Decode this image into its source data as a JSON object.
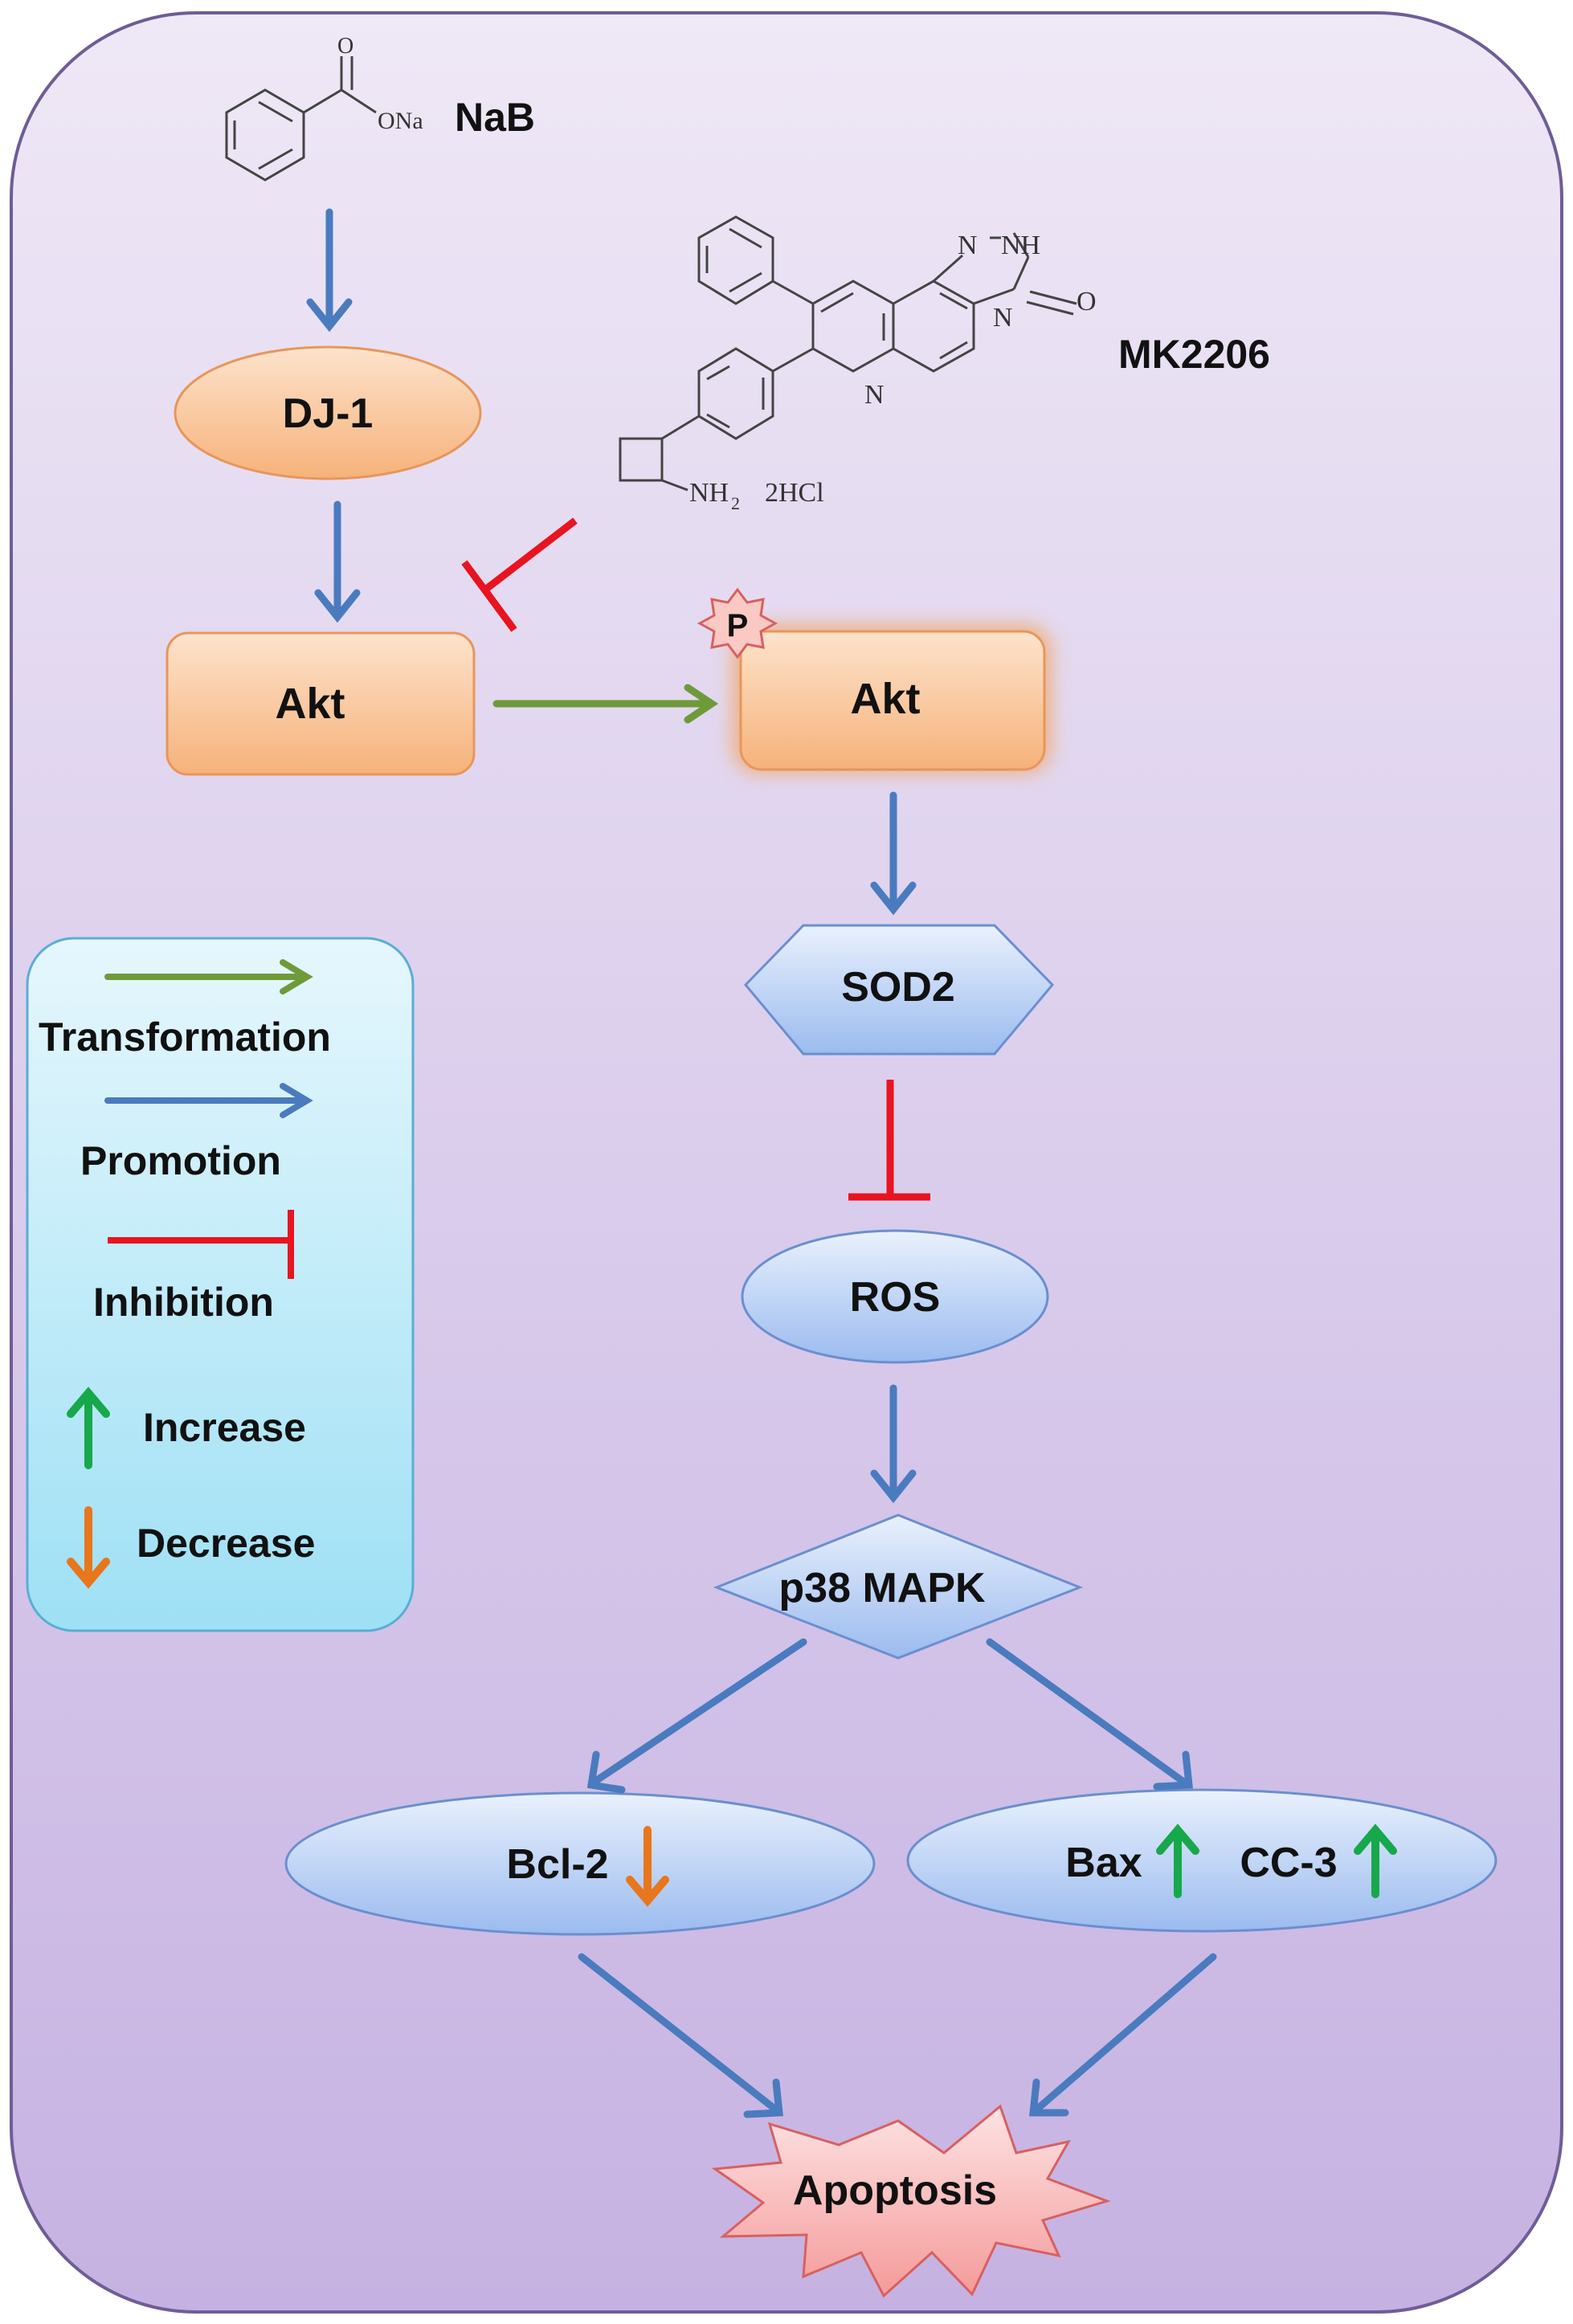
{
  "compounds": {
    "nab": "NaB",
    "nab_group": "ONa",
    "nab_oxygen": "O",
    "mk2206": "MK2206",
    "mk_nh": "NH",
    "mk_n1": "N",
    "mk_n2": "N",
    "mk_n3": "N",
    "mk_o": "O",
    "mk_salt": "NH",
    "mk_salt_sub": "2",
    "mk_salt_hcl": "2HCl"
  },
  "nodes": {
    "dj1": "DJ-1",
    "akt": "Akt",
    "pakt": "Akt",
    "phospho": "P",
    "sod2": "SOD2",
    "ros": "ROS",
    "p38": "p38 MAPK",
    "bcl2": "Bcl-2",
    "bax": "Bax",
    "cc3": "CC-3",
    "apoptosis": "Apoptosis"
  },
  "legend": {
    "transformation": "Transformation",
    "promotion": "Promotion",
    "inhibition": "Inhibition",
    "increase": "Increase",
    "decrease": "Decrease"
  },
  "colors": {
    "promotion": "#4a7bbf",
    "transformation": "#6f9a3a",
    "inhibition": "#e8141f",
    "increase": "#17a84b",
    "decrease": "#e8761c"
  }
}
